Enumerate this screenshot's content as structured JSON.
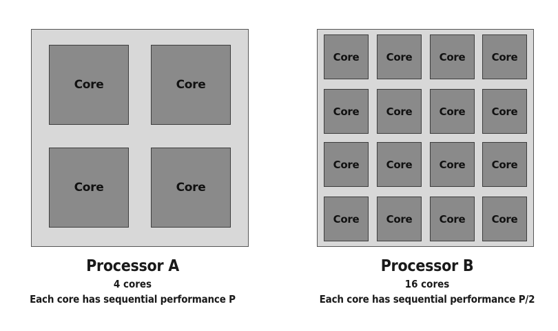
{
  "processor_a": {
    "title": "Processor A",
    "cores_text": "4 cores",
    "performance_text": "Each core has sequential performance P",
    "core_labels": [
      "Core",
      "Core",
      "Core",
      "Core"
    ]
  },
  "processor_b": {
    "title": "Processor B",
    "cores_text": "16 cores",
    "performance_text": "Each core has sequential performance P/2",
    "core_labels": [
      "Core",
      "Core",
      "Core",
      "Core",
      "Core",
      "Core",
      "Core",
      "Core",
      "Core",
      "Core",
      "Core",
      "Core",
      "Core",
      "Core",
      "Core",
      "Core"
    ]
  },
  "colors": {
    "chip_fill": "#d8d8d8",
    "core_fill": "#8a8a8a",
    "core_border": "#3c3c3c"
  }
}
